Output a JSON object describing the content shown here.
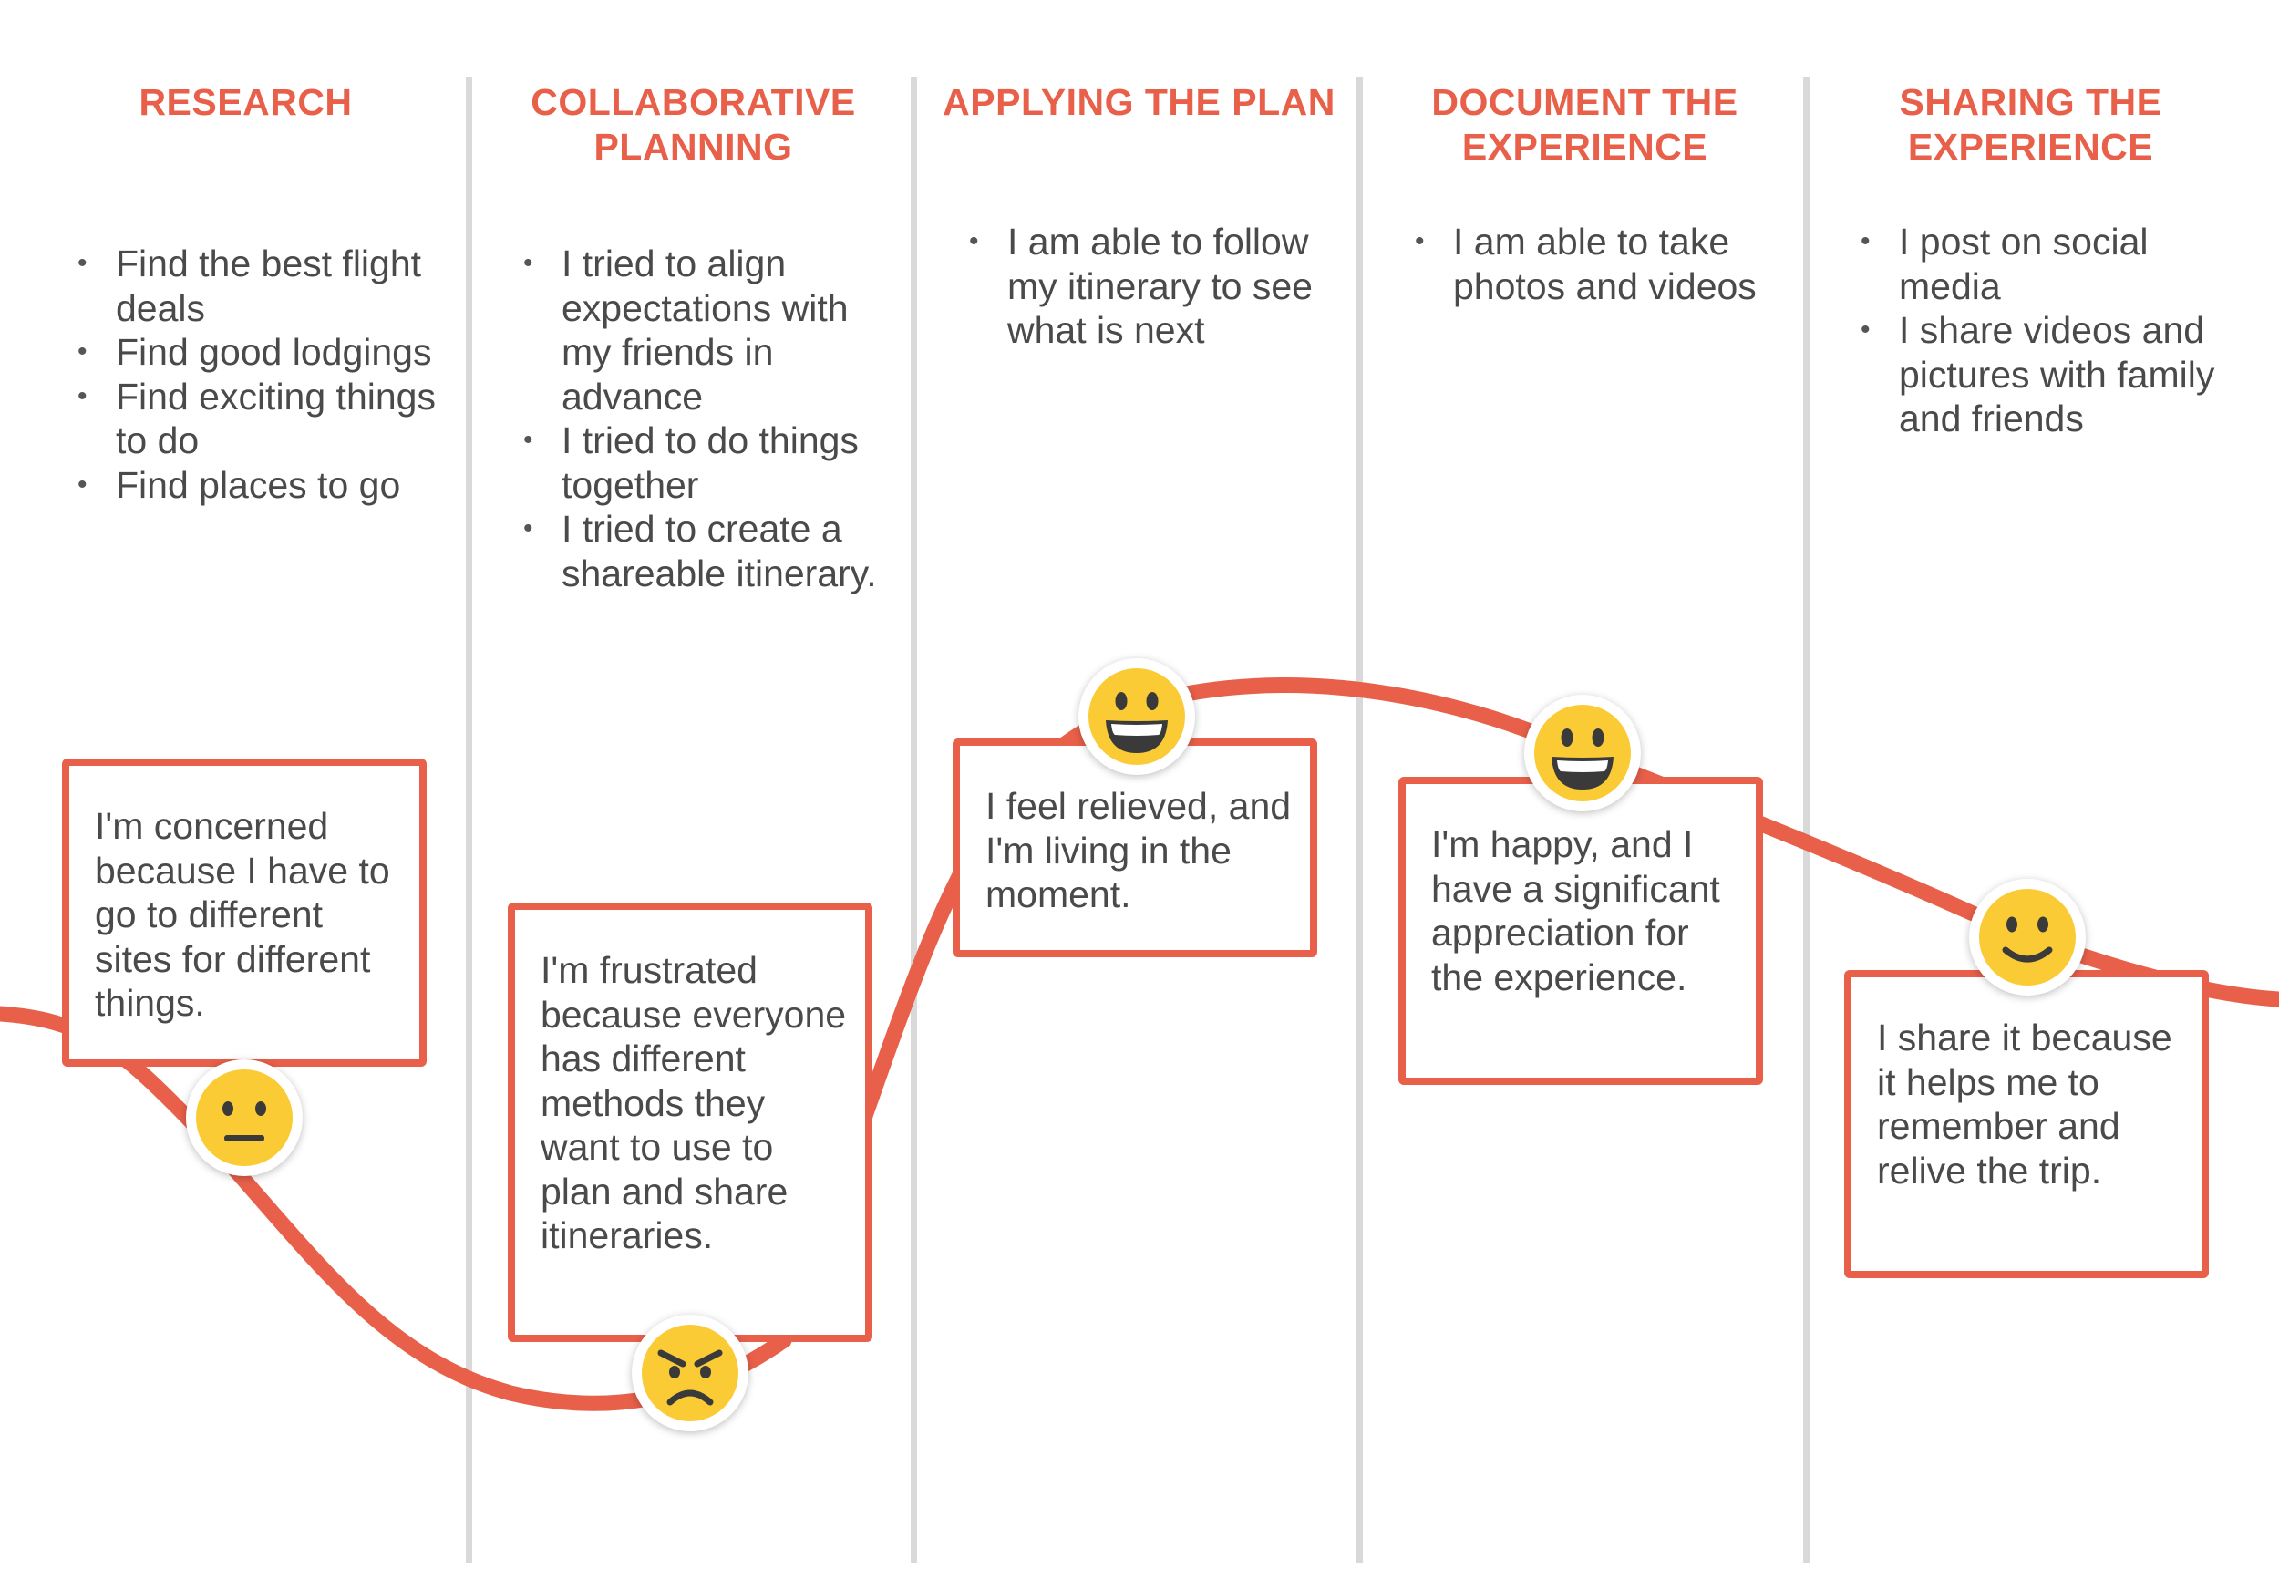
{
  "stages": [
    {
      "title": "RESEARCH",
      "bullets": [
        "Find the best flight deals",
        "Find good lodgings",
        "Find exciting things to do",
        "Find places to go"
      ],
      "feeling": "I'm concerned because I have to go to different sites for different things.",
      "emotion_icon": "neutral-face-icon"
    },
    {
      "title": "COLLABORATIVE PLANNING",
      "bullets": [
        "I tried to align expectations with my friends in advance",
        "I tried to do things together",
        "I tried to create a shareable itinerary."
      ],
      "feeling": "I'm frustrated because everyone has different methods they want to use to plan and share itineraries.",
      "emotion_icon": "angry-face-icon"
    },
    {
      "title": "APPLYING THE PLAN",
      "bullets": [
        "I  am able to follow my itinerary to see what is next"
      ],
      "feeling": "I feel relieved, and I'm living in the moment.",
      "emotion_icon": "grinning-face-icon"
    },
    {
      "title": "DOCUMENT THE EXPERIENCE",
      "bullets": [
        "I am able to take photos and videos"
      ],
      "feeling": "I'm happy, and I have a significant appreciation for the experience.",
      "emotion_icon": "grinning-face-icon"
    },
    {
      "title": "SHARING THE EXPERIENCE",
      "bullets": [
        "I post on social media",
        "I share videos and pictures with family and friends"
      ],
      "feeling": "I share it because it helps me to remember and relive the trip.",
      "emotion_icon": "slightly-smiling-face-icon"
    }
  ],
  "colors": {
    "accent": "#e8604a",
    "text": "#4a4a4a",
    "divider": "#d9d9d9",
    "emoji": "#fbcb36"
  }
}
